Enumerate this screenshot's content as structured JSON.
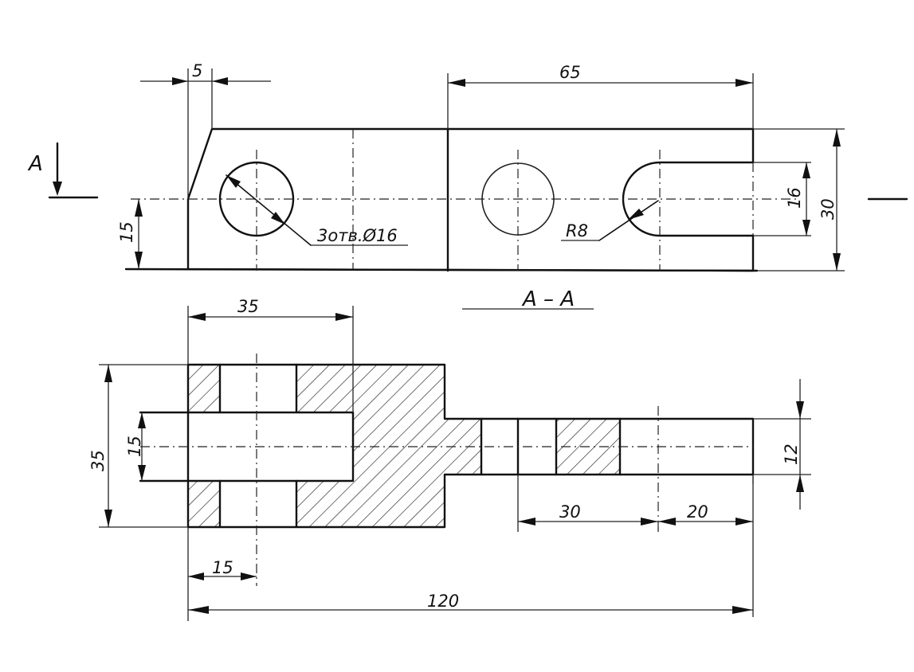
{
  "view_marker": "A",
  "section_title": "A – A",
  "dimensions": {
    "chamfer_width": "5",
    "slot_length": "65",
    "left_height": "15",
    "slot_width": "16",
    "total_height_top": "30",
    "hole_callout": "3отв.Ø16",
    "radius_callout": "R8",
    "fork_length": "35",
    "total_height_section": "35",
    "fork_gap": "15",
    "arm_thickness": "12",
    "hole_pitch": "30",
    "end_offset": "20",
    "hole_offset": "15",
    "overall_length": "120"
  }
}
